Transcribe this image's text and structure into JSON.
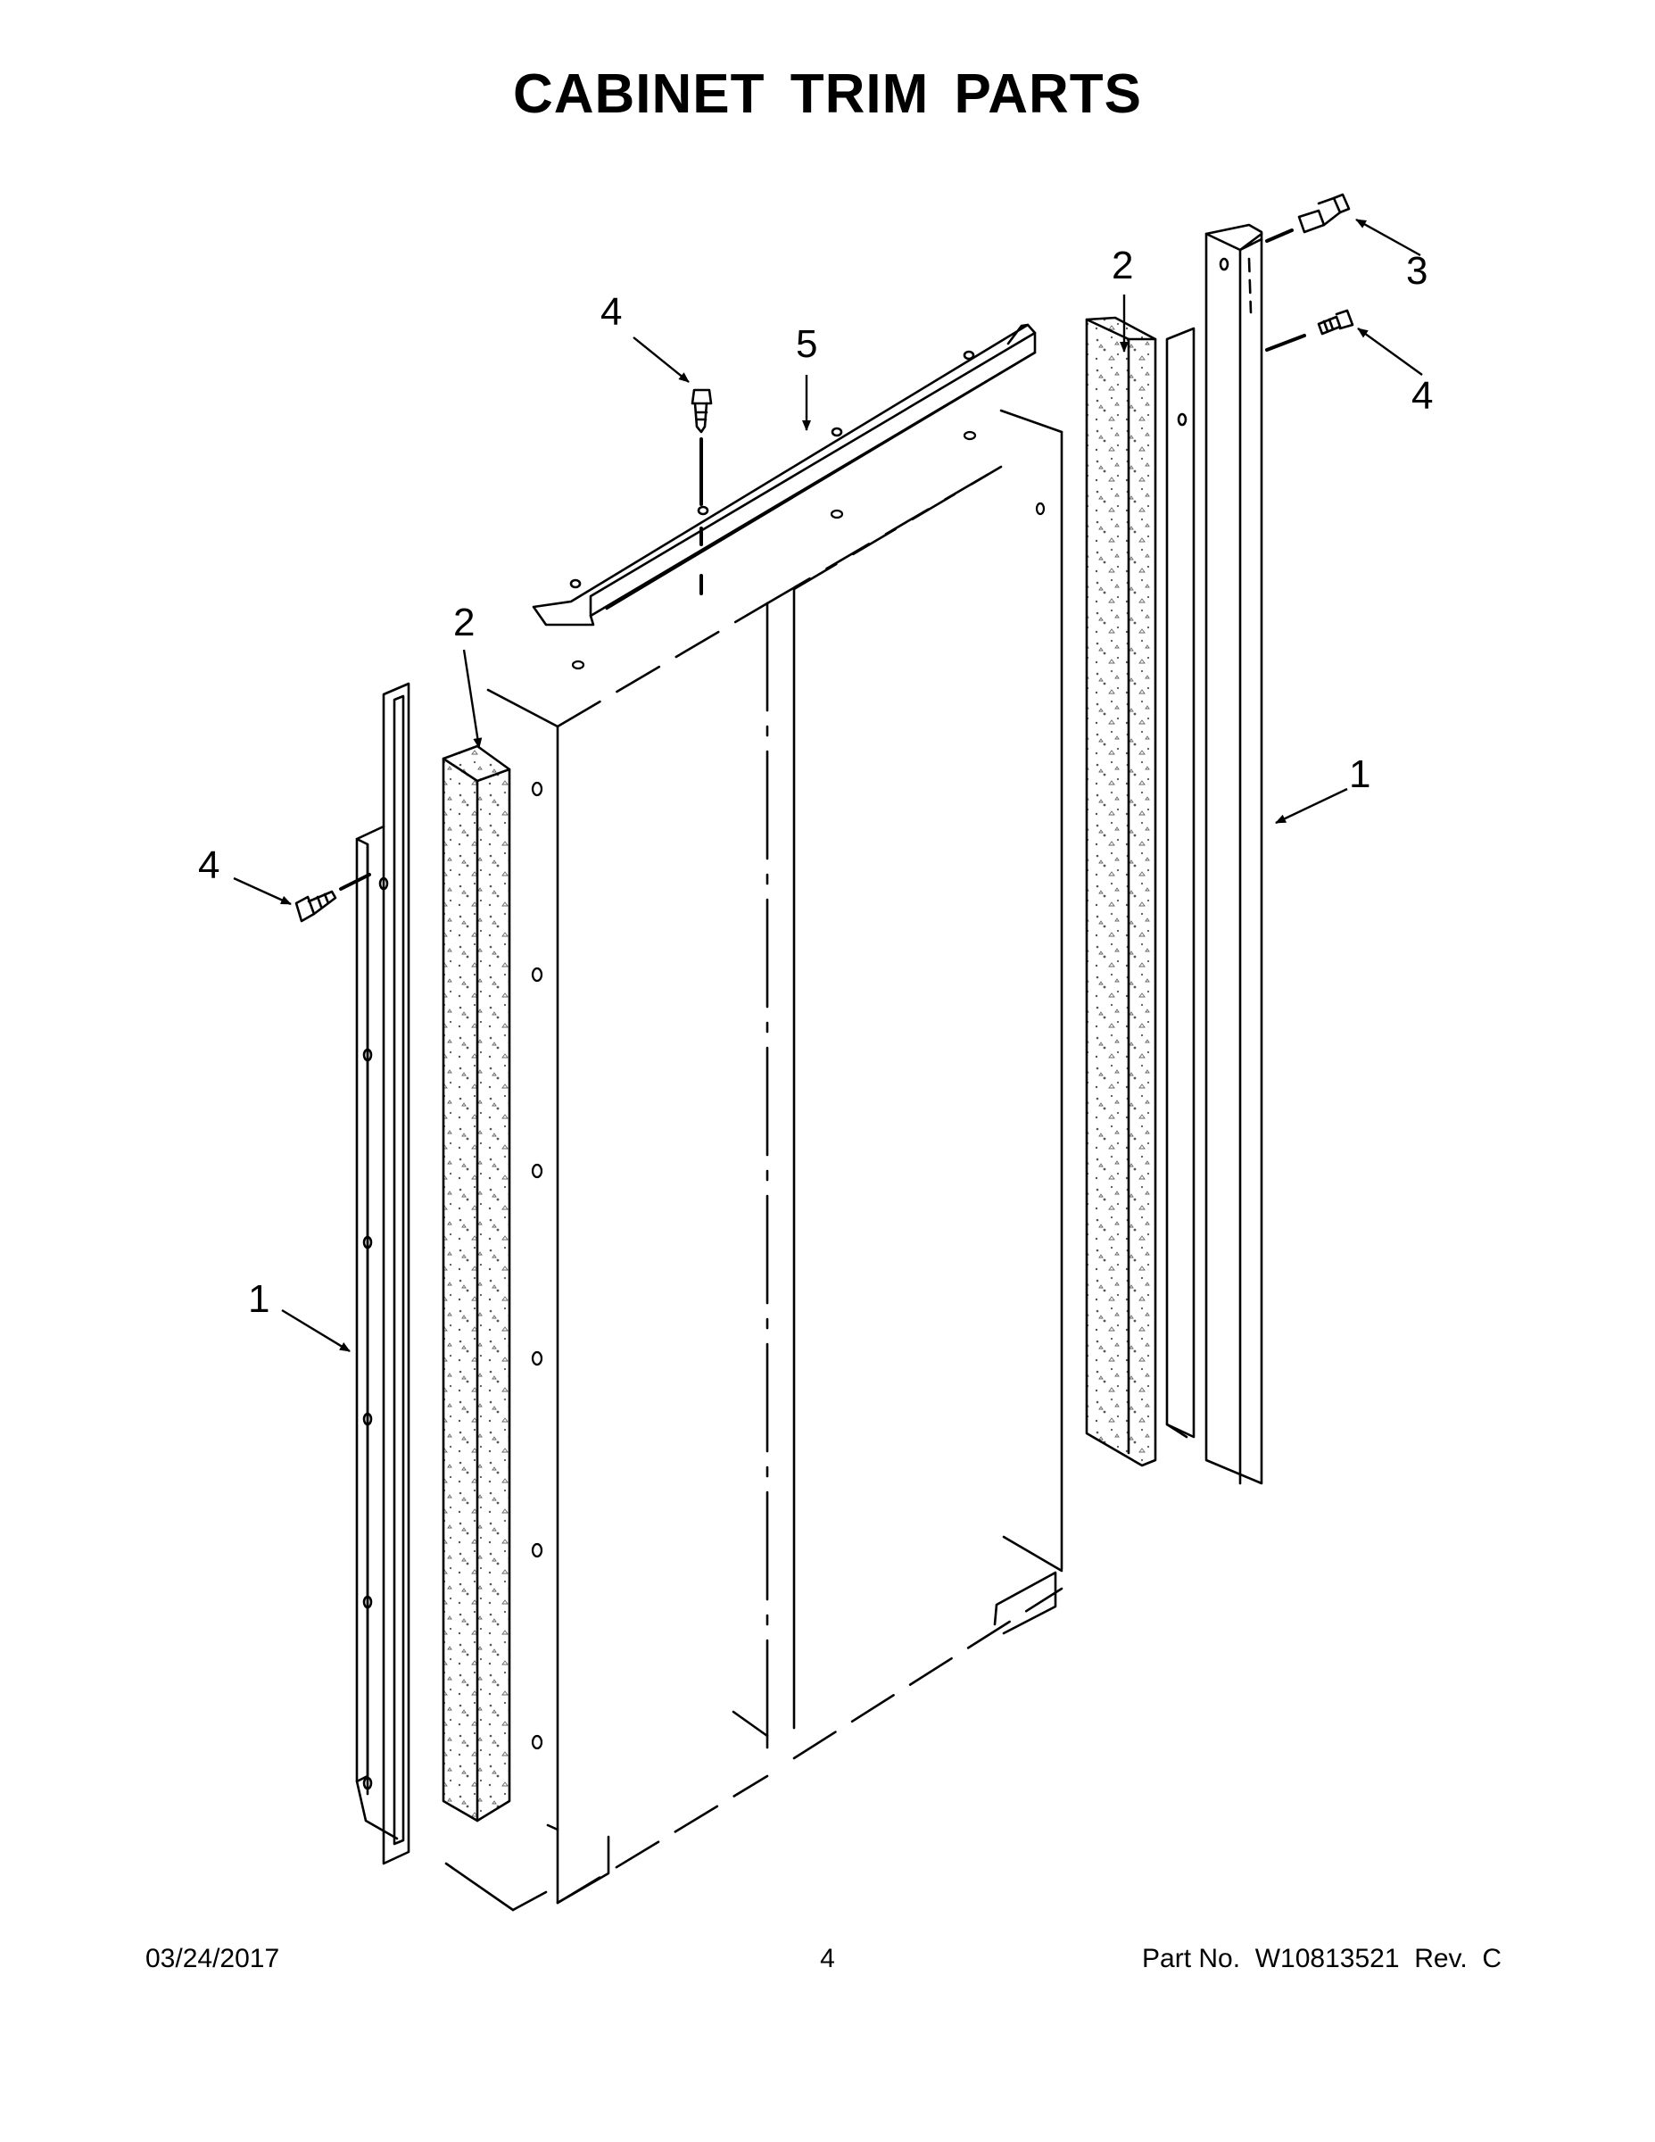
{
  "title": "CABINET TRIM PARTS",
  "callouts": {
    "c1_left": "1",
    "c1_right": "1",
    "c2_left": "2",
    "c2_right": "2",
    "c3": "3",
    "c4_top": "4",
    "c4_left": "4",
    "c4_right": "4",
    "c5": "5"
  },
  "footer": {
    "date": "03/24/2017",
    "page": "4",
    "part_number": "Part No.  W10813521  Rev.  C"
  }
}
